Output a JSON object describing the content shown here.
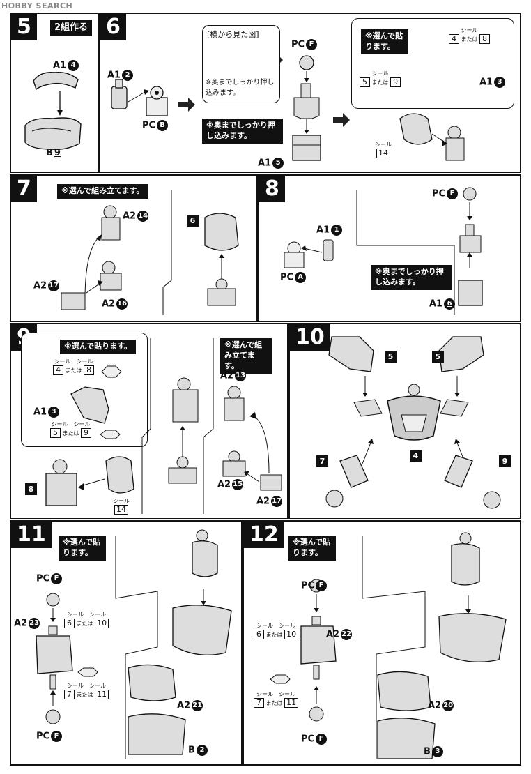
{
  "watermark": "HOBBY SEARCH",
  "seal_word": "シール",
  "or_word": "または",
  "steps": {
    "s5": {
      "num": "5",
      "title": "2組作る",
      "parts": [
        "A1",
        "B"
      ],
      "part_nums": [
        "4",
        "9"
      ]
    },
    "s6": {
      "num": "6",
      "parts": [
        "A1",
        "PC",
        "PC",
        "A1",
        "A1"
      ],
      "part_nums": [
        "2",
        "B",
        "F",
        "5",
        "3"
      ],
      "side_view": "[横から見た図]",
      "push_small": "※奥までしっかり押し込みます。",
      "push_callout": "※奥までしっかり押し込みます。",
      "select_callout": "※選んで貼ります。",
      "seals": [
        [
          "4",
          "8"
        ],
        [
          "5",
          "9"
        ],
        [
          "14"
        ]
      ]
    },
    "s7": {
      "num": "7",
      "callout": "※選んで組み立てます。",
      "parts": [
        "A2",
        "A2",
        "A2"
      ],
      "part_nums": [
        "14",
        "17",
        "16"
      ],
      "ref": "6"
    },
    "s8": {
      "num": "8",
      "parts": [
        "PC",
        "A1",
        "PC",
        "A1"
      ],
      "part_nums": [
        "F",
        "1",
        "A",
        "6"
      ],
      "callout": "※奥までしっかり押し込みます。"
    },
    "s9": {
      "num": "9",
      "callout1": "※選んで貼ります。",
      "callout2": "※選んで組み立てます。",
      "parts": [
        "A1",
        "A2",
        "A2",
        "A2"
      ],
      "part_nums": [
        "3",
        "13",
        "15",
        "17"
      ],
      "seals": [
        [
          "4",
          "8"
        ],
        [
          "5",
          "9"
        ],
        [
          "14"
        ]
      ],
      "ref": "8"
    },
    "s10": {
      "num": "10",
      "refs": [
        "5",
        "5",
        "4",
        "7",
        "9"
      ]
    },
    "s11": {
      "num": "11",
      "callout": "※選んで貼ります。",
      "parts": [
        "PC",
        "A2",
        "PC",
        "A2",
        "B"
      ],
      "part_nums": [
        "F",
        "23",
        "F",
        "21",
        "2"
      ],
      "seals": [
        [
          "6",
          "10"
        ],
        [
          "7",
          "11"
        ]
      ]
    },
    "s12": {
      "num": "12",
      "callout": "※選んで貼ります。",
      "parts": [
        "PC",
        "A2",
        "PC",
        "A2",
        "B"
      ],
      "part_nums": [
        "F",
        "22",
        "F",
        "20",
        "3"
      ],
      "seals": [
        [
          "6",
          "10"
        ],
        [
          "7",
          "11"
        ]
      ]
    }
  }
}
